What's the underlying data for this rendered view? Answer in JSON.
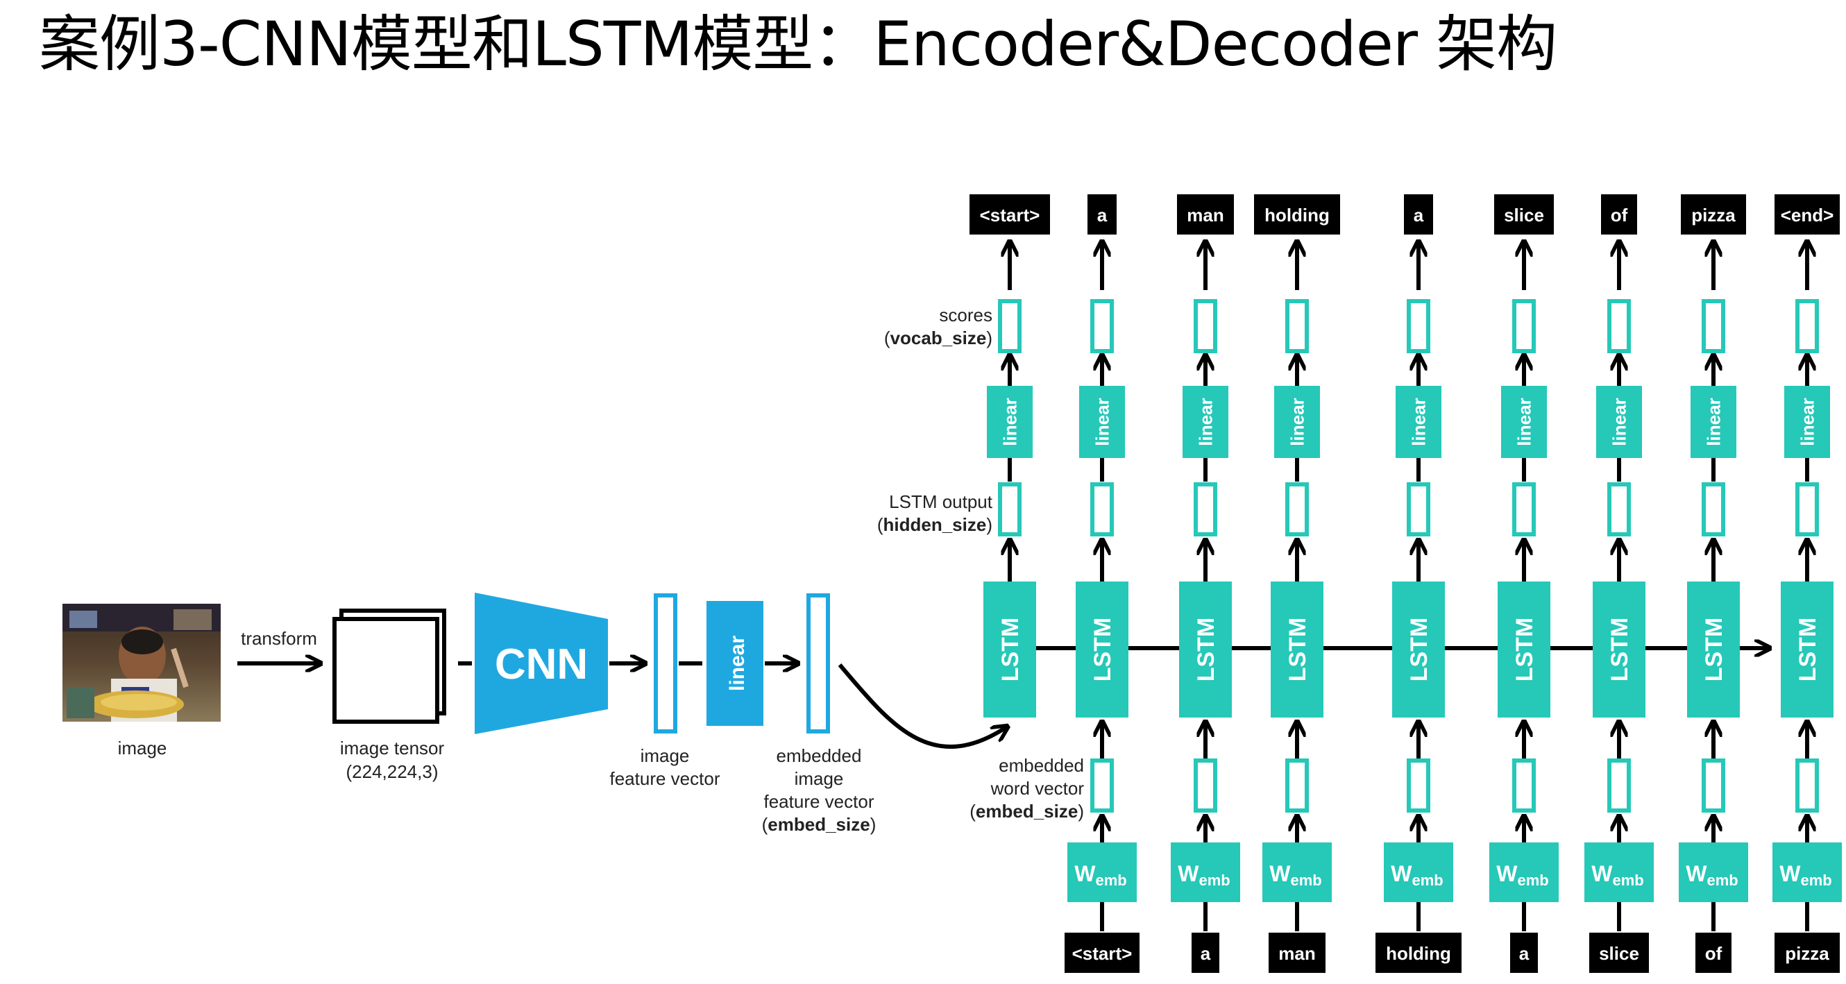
{
  "title": "案例3-CNN模型和LSTM模型：Encoder&Decoder 架构",
  "colors": {
    "teal": "#26c8b8",
    "blue": "#1fa8e0",
    "token_bg": "#000000",
    "line": "#000000"
  },
  "image_label": "image",
  "transform_label": "transform",
  "tensor_label_1": "image tensor",
  "tensor_label_2": "(224,224,3)",
  "cnn_label": "CNN",
  "linear_label": "linear",
  "lstm_label": "LSTM",
  "wemb_main": "W",
  "wemb_sub": "emb",
  "feature_label_1": "image",
  "feature_label_2": "feature vector",
  "embedded_label_1": "embedded",
  "embedded_label_2": "image",
  "embedded_label_3": "feature vector",
  "embed_size_open": "(",
  "embed_size_bold": "embed_size",
  "embed_size_close": ")",
  "scores_label": "scores",
  "vocab_open": "(",
  "vocab_bold": "vocab_size",
  "vocab_close": ")",
  "lstm_output_label": "LSTM output",
  "hidden_open": "(",
  "hidden_bold": "hidden_size",
  "hidden_close": ")",
  "word_vec_label_1": "embedded",
  "word_vec_label_2": "word vector",
  "word_embed_open": "(",
  "word_embed_bold": "embed_size",
  "word_embed_close": ")",
  "output_tokens": [
    "<start>",
    "a",
    "man",
    "holding",
    "a",
    "slice",
    "of",
    "pizza",
    "<end>"
  ],
  "input_tokens": [
    "<start>",
    "a",
    "man",
    "holding",
    "a",
    "slice",
    "of",
    "pizza"
  ],
  "photo_description_icon": "photo-icon"
}
